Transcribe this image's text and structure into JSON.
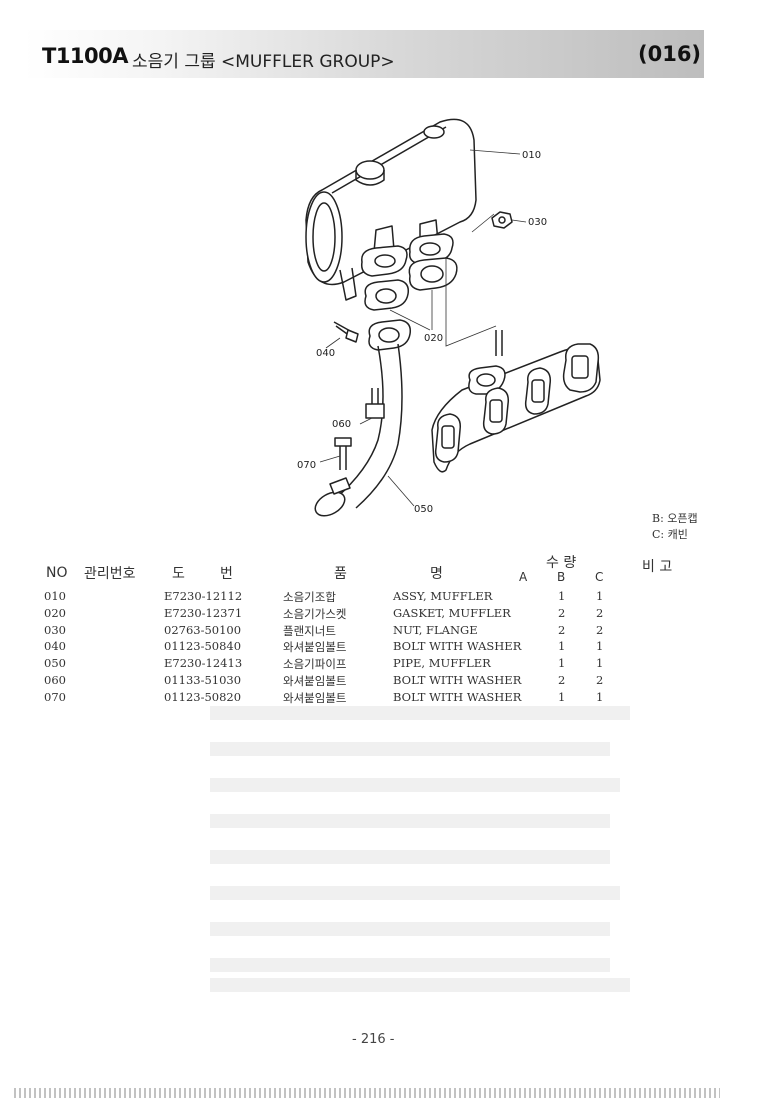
{
  "header": {
    "model": "T1100A",
    "group_title": "소음기 그룹 <MUFFLER GROUP>",
    "group_code": "(016)"
  },
  "diagram": {
    "callouts": [
      "010",
      "030",
      "020",
      "040",
      "060",
      "070",
      "050"
    ]
  },
  "legend": {
    "b_note": "B: 오픈캡",
    "c_note": "C: 캐빈"
  },
  "table": {
    "headers": {
      "no": "NO",
      "mgmt": "관리번호",
      "do": "도",
      "beon": "번",
      "pum": "품",
      "myeong": "명",
      "qty": "수 량",
      "a": "A",
      "b": "B",
      "c": "C",
      "bigo": "비 고"
    },
    "rows": [
      {
        "no": "010",
        "part_no": "E7230-12112",
        "name_kr": "소음기조합",
        "name_en": "ASSY, MUFFLER",
        "b": "1",
        "c": "1"
      },
      {
        "no": "020",
        "part_no": "E7230-12371",
        "name_kr": "소음기가스켓",
        "name_en": "GASKET, MUFFLER",
        "b": "2",
        "c": "2"
      },
      {
        "no": "030",
        "part_no": "02763-50100",
        "name_kr": "플랜지너트",
        "name_en": "NUT, FLANGE",
        "b": "2",
        "c": "2"
      },
      {
        "no": "040",
        "part_no": "01123-50840",
        "name_kr": "와셔붙임볼트",
        "name_en": "BOLT WITH WASHER",
        "b": "1",
        "c": "1"
      },
      {
        "no": "050",
        "part_no": "E7230-12413",
        "name_kr": "소음기파이프",
        "name_en": "PIPE, MUFFLER",
        "b": "1",
        "c": "1"
      },
      {
        "no": "060",
        "part_no": "01133-51030",
        "name_kr": "와셔붙임볼트",
        "name_en": "BOLT WITH WASHER",
        "b": "2",
        "c": "2"
      },
      {
        "no": "070",
        "part_no": "01123-50820",
        "name_kr": "와셔붙임볼트",
        "name_en": "BOLT WITH WASHER",
        "b": "1",
        "c": "1"
      }
    ]
  },
  "footer": {
    "page_number": "- 216 -"
  }
}
